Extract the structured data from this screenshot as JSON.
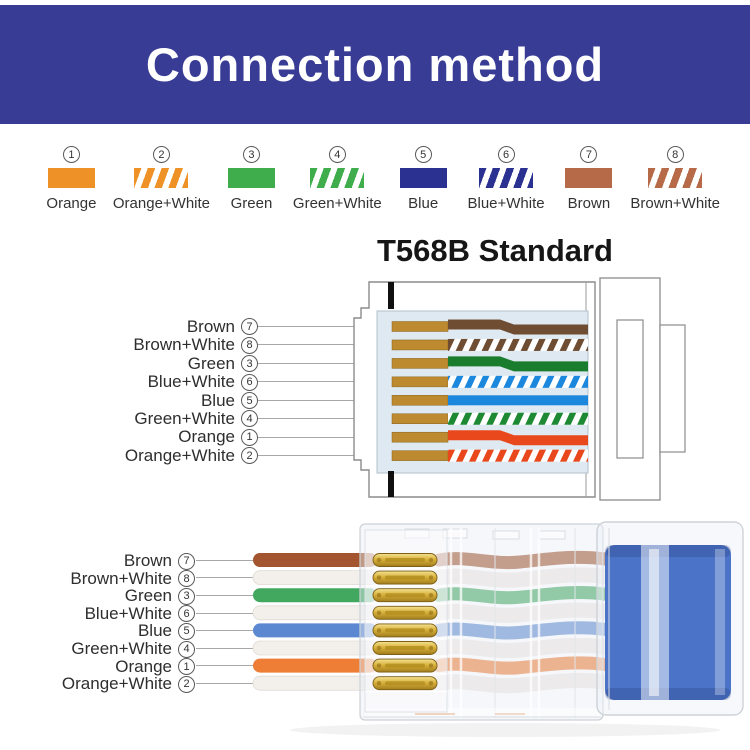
{
  "header": {
    "title": "Connection method"
  },
  "standard_title": "T568B Standard",
  "legend": {
    "items": [
      {
        "num": "1",
        "label": "Orange",
        "style": "solid",
        "color_key": "orange"
      },
      {
        "num": "2",
        "label": "Orange+White",
        "style": "striped",
        "color_key": "orange"
      },
      {
        "num": "3",
        "label": "Green",
        "style": "solid",
        "color_key": "green"
      },
      {
        "num": "4",
        "label": "Green+White",
        "style": "striped",
        "color_key": "green"
      },
      {
        "num": "5",
        "label": "Blue",
        "style": "solid",
        "color_key": "blue"
      },
      {
        "num": "6",
        "label": "Blue+White",
        "style": "striped",
        "color_key": "blue"
      },
      {
        "num": "7",
        "label": "Brown",
        "style": "solid",
        "color_key": "brown"
      },
      {
        "num": "8",
        "label": "Brown+White",
        "style": "striped",
        "color_key": "brown"
      }
    ]
  },
  "wire_order": [
    {
      "num": "7",
      "label": "Brown",
      "style": "solid",
      "color_key": "brown",
      "step": true
    },
    {
      "num": "8",
      "label": "Brown+White",
      "style": "striped",
      "color_key": "brown",
      "step": false
    },
    {
      "num": "3",
      "label": "Green",
      "style": "solid",
      "color_key": "green",
      "step": true
    },
    {
      "num": "6",
      "label": "Blue+White",
      "style": "striped",
      "color_key": "blue",
      "step": false
    },
    {
      "num": "5",
      "label": "Blue",
      "style": "solid",
      "color_key": "blue",
      "step": false
    },
    {
      "num": "4",
      "label": "Green+White",
      "style": "striped",
      "color_key": "green",
      "step": false
    },
    {
      "num": "1",
      "label": "Orange",
      "style": "solid",
      "color_key": "orange",
      "step": true
    },
    {
      "num": "2",
      "label": "Orange+White",
      "style": "striped",
      "color_key": "orange",
      "step": false
    }
  ],
  "colors": {
    "header_bg": "#383c95",
    "legend": {
      "orange": "#ee9127",
      "green": "#3fad4c",
      "blue": "#2b3191",
      "brown": "#b76a48"
    },
    "diagram": {
      "gold": "#bd8a2f",
      "panel": "#dfe9f1",
      "brown": "#6f4d33",
      "green": "#1a7c2d",
      "blue": "#1b87dd",
      "orange": "#e9481c",
      "stripe_brown": "#6f4d33",
      "stripe_green": "#1d8a33",
      "stripe_blue": "#1b87dd",
      "stripe_orange": "#e9481c"
    },
    "photo": {
      "brown": "#a2552f",
      "green": "#42a75f",
      "blue": "#5b88d0",
      "orange": "#ee7d36",
      "white_wire": "#f3efeb",
      "boot_blue": "#4b74c9",
      "gold_light": "#f4e292",
      "gold_mid": "#d9b23c",
      "gold_dark": "#a07c1c"
    }
  }
}
